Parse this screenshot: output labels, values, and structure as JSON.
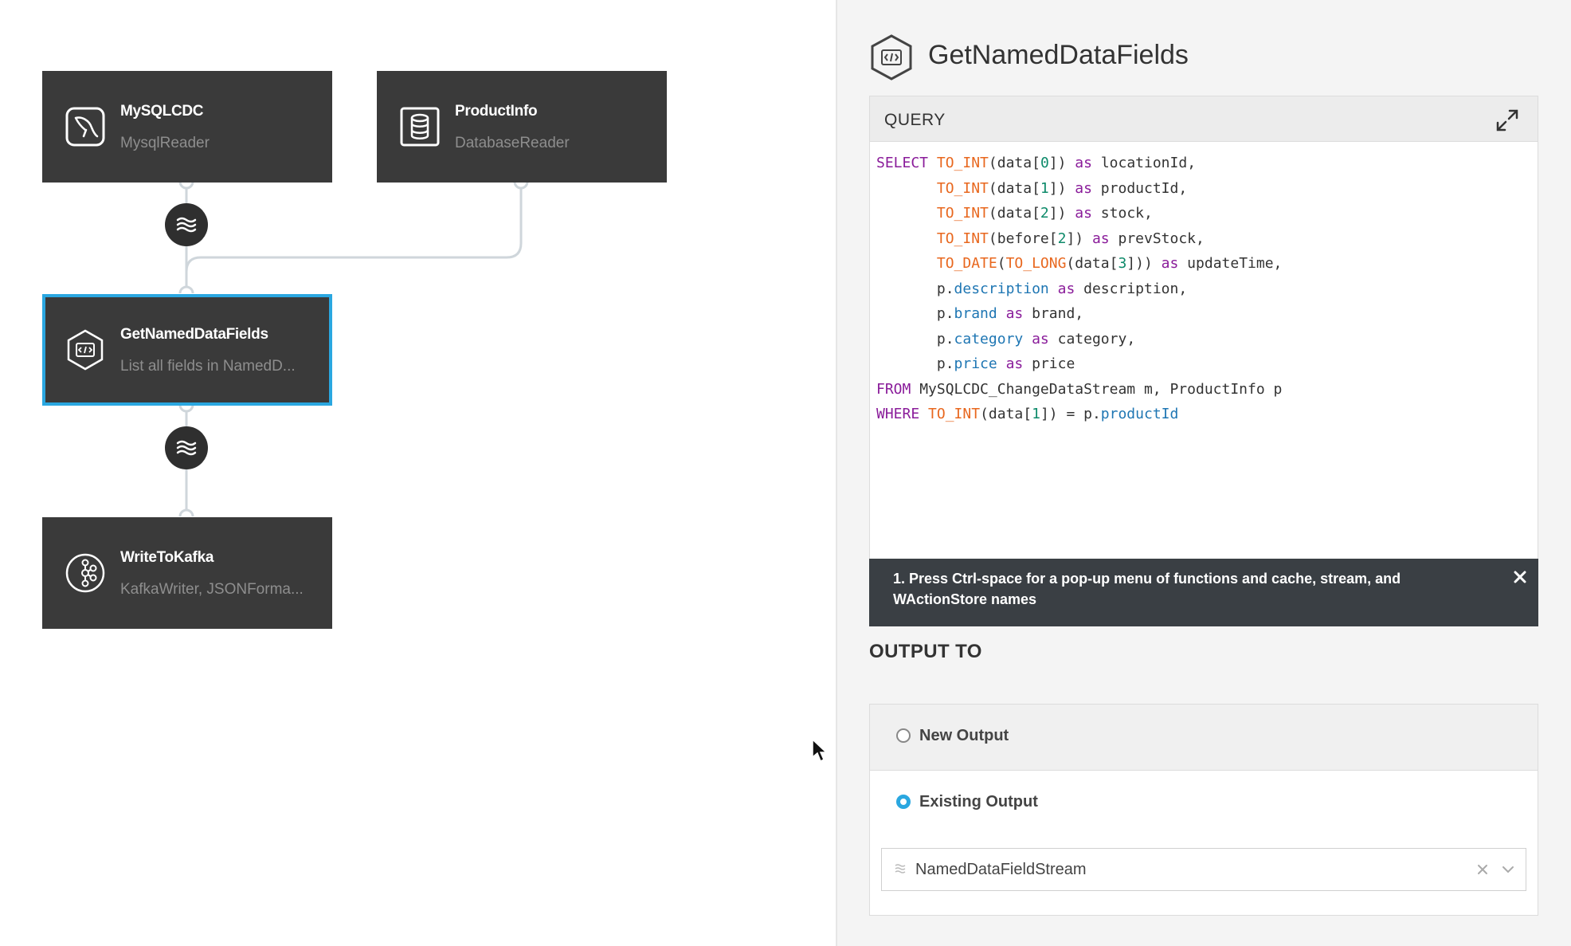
{
  "flow": {
    "nodes": [
      {
        "title": "MySQLCDC",
        "subtitle": "MysqlReader",
        "icon": "mysql-dolphin-icon"
      },
      {
        "title": "ProductInfo",
        "subtitle": "DatabaseReader",
        "icon": "database-icon"
      },
      {
        "title": "GetNamedDataFields",
        "subtitle": "List all fields in NamedD...",
        "icon": "query-code-icon",
        "selected": true
      },
      {
        "title": "WriteToKafka",
        "subtitle": "KafkaWriter, JSONForma...",
        "icon": "kafka-icon"
      }
    ],
    "streams": [
      "stream-icon",
      "stream-icon"
    ]
  },
  "panel": {
    "title": "GetNamedDataFields",
    "icon": "query-code-icon",
    "query": {
      "label": "QUERY",
      "lines": [
        "SELECT TO_INT(data[0]) as locationId,",
        "       TO_INT(data[1]) as productId,",
        "       TO_INT(data[2]) as stock,",
        "       TO_INT(before[2]) as prevStock,",
        "       TO_DATE(TO_LONG(data[3])) as updateTime,",
        "       p.description as description,",
        "       p.brand as brand,",
        "       p.category as category,",
        "       p.price as price",
        "FROM MySQLCDC_ChangeDataStream m, ProductInfo p",
        "WHERE TO_INT(data[1]) = p.productId"
      ]
    },
    "hint": "1. Press Ctrl-space for a pop-up menu of functions and cache, stream, and WActionStore names",
    "output": {
      "label": "OUTPUT TO",
      "new_label": "New Output",
      "existing_label": "Existing Output",
      "selected": "existing",
      "stream_value": "NamedDataFieldStream"
    }
  },
  "colors": {
    "accent": "#2aa7e0",
    "node_bg": "#3a3a3a",
    "keyword": "#8a1c9a",
    "function": "#e8671e",
    "number": "#0d8a6a",
    "property": "#1e76b3"
  }
}
